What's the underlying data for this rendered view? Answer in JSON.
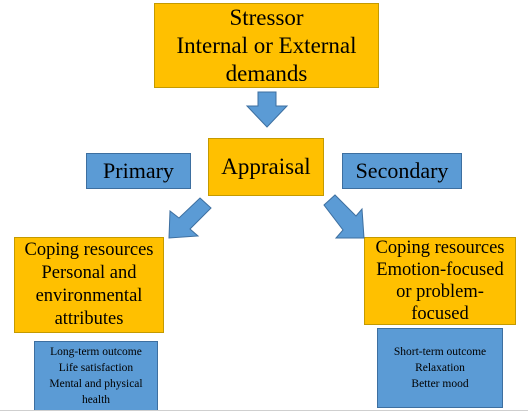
{
  "stressor": [
    "Stressor",
    "Internal or External",
    "demands"
  ],
  "appraisal": "Appraisal",
  "primary": "Primary",
  "secondary": "Secondary",
  "coping_left": [
    "Coping resources",
    "Personal and",
    "environmental",
    "attributes"
  ],
  "coping_right": [
    "Coping resources",
    "Emotion-focused",
    "or problem-",
    "focused"
  ],
  "outcome_left": [
    "Long-term outcome",
    "Life satisfaction",
    "Mental and physical",
    "health"
  ],
  "outcome_right": [
    "Short-term outcome",
    "Relaxation",
    "Better mood"
  ],
  "colors": {
    "orange": "#ffc000",
    "blue": "#5b9bd5"
  }
}
